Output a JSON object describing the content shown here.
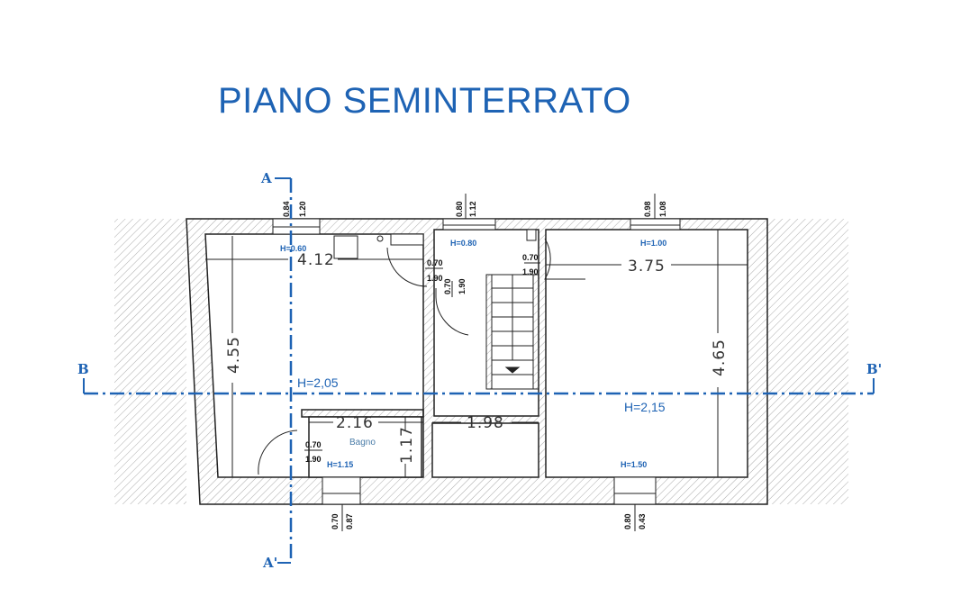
{
  "title": "PIANO SEMINTERRATO",
  "section_marks": {
    "a_top": "A",
    "a_bottom": "A'",
    "b_left": "B",
    "b_right": "B'"
  },
  "rooms": {
    "left_width": "4.12",
    "left_depth": "4.55",
    "left_height": "H=2,05",
    "right_width": "3.75",
    "right_depth": "4.65",
    "right_height": "H=2,15",
    "bath_width": "2.16",
    "bath_depth": "1.17",
    "bath_name": "Bagno",
    "middle_width": "1.98"
  },
  "doors": [
    {
      "w": "0.70",
      "h": "1.90"
    },
    {
      "w": "0.70",
      "h": "1.90"
    },
    {
      "w": "0.70",
      "h": "1.90"
    },
    {
      "w": "0.70",
      "h": "1.90"
    }
  ],
  "windows": [
    {
      "a": "0.84",
      "b": "1.20",
      "sill": "H=0.60"
    },
    {
      "a": "0.80",
      "b": "1.12",
      "sill": "H=0.80"
    },
    {
      "a": "0.98",
      "b": "1.08",
      "sill": "H=1.00"
    },
    {
      "a": "0.70",
      "b": "0.87",
      "sill": "H=1.15"
    },
    {
      "a": "0.80",
      "b": "0.43",
      "sill": "H=1.50"
    }
  ],
  "colors": {
    "accent": "#1e63b4",
    "line": "#222222"
  }
}
